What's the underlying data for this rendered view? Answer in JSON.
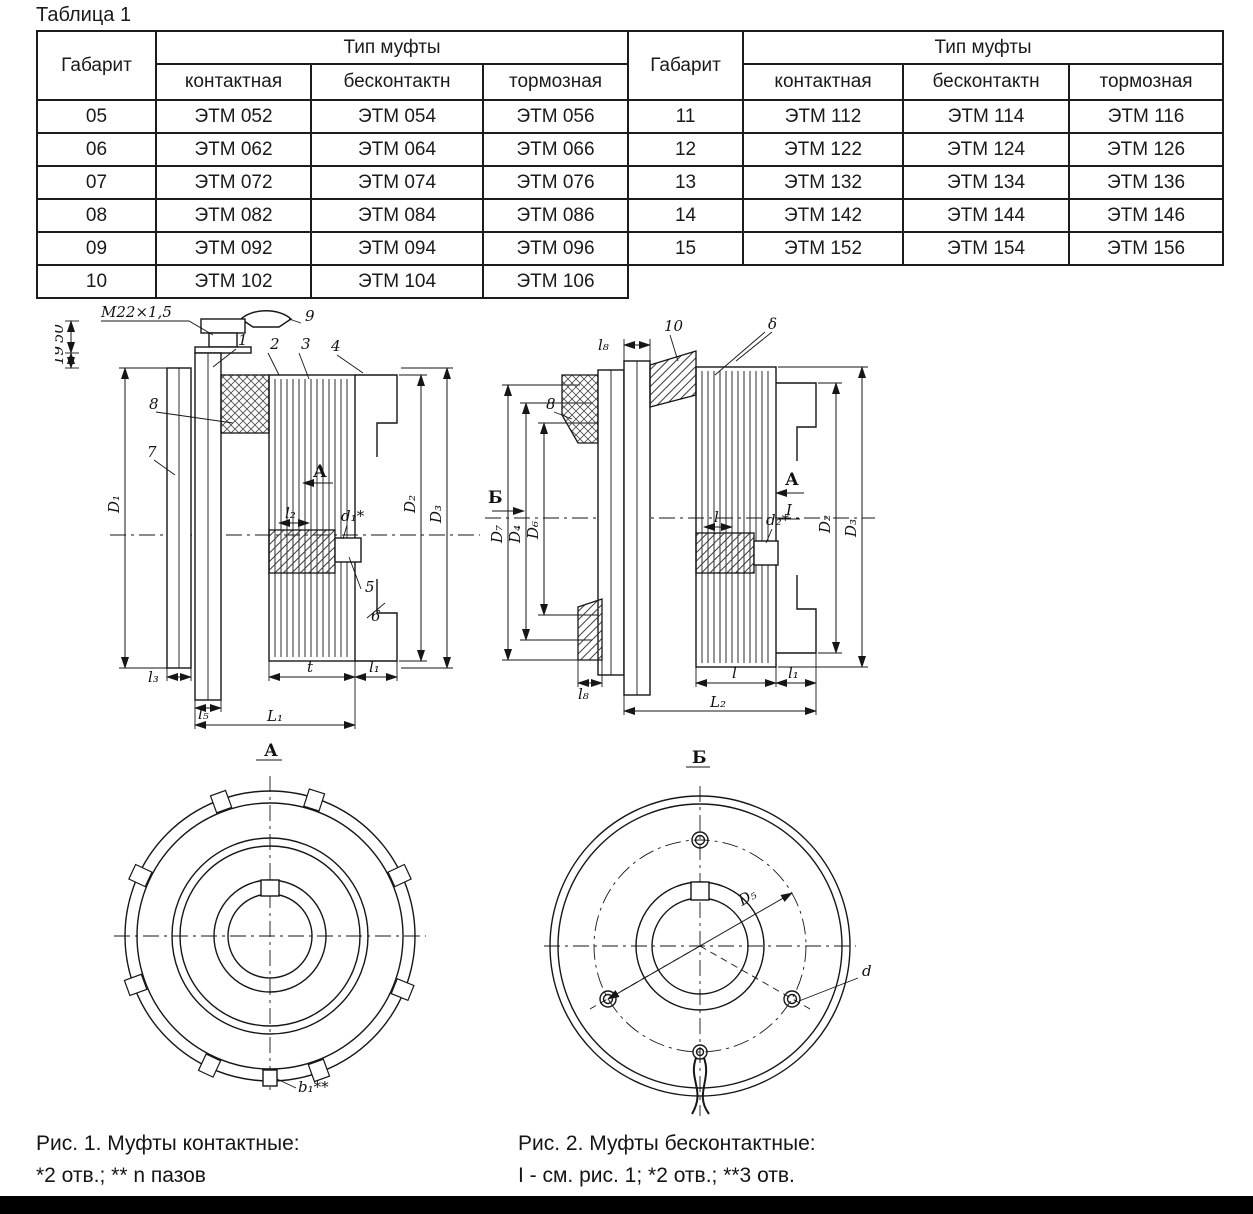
{
  "page": {
    "title": "Таблица 1"
  },
  "table": {
    "header": {
      "gabarit": "Габарит",
      "type_group": "Тип муфты",
      "contact": "контактная",
      "contactless": "бесконтактн",
      "brake": "тормозная"
    },
    "left_rows": [
      {
        "size": "05",
        "contact": "ЭТМ 052",
        "contactless": "ЭТМ 054",
        "brake": "ЭТМ 056"
      },
      {
        "size": "06",
        "contact": "ЭТМ 062",
        "contactless": "ЭТМ 064",
        "brake": "ЭТМ 066"
      },
      {
        "size": "07",
        "contact": "ЭТМ 072",
        "contactless": "ЭТМ 074",
        "brake": "ЭТМ 076"
      },
      {
        "size": "08",
        "contact": "ЭТМ 082",
        "contactless": "ЭТМ 084",
        "brake": "ЭТМ 086"
      },
      {
        "size": "09",
        "contact": "ЭТМ 092",
        "contactless": "ЭТМ 094",
        "brake": "ЭТМ 096"
      },
      {
        "size": "10",
        "contact": "ЭТМ 102",
        "contactless": "ЭТМ 104",
        "brake": "ЭТМ 106"
      }
    ],
    "right_rows": [
      {
        "size": "11",
        "contact": "ЭТМ 112",
        "contactless": "ЭТМ 114",
        "brake": "ЭТМ 116"
      },
      {
        "size": "12",
        "contact": "ЭТМ 122",
        "contactless": "ЭТМ 124",
        "brake": "ЭТМ 126"
      },
      {
        "size": "13",
        "contact": "ЭТМ 132",
        "contactless": "ЭТМ 134",
        "brake": "ЭТМ 136"
      },
      {
        "size": "14",
        "contact": "ЭТМ 142",
        "contactless": "ЭТМ 144",
        "brake": "ЭТМ 146"
      },
      {
        "size": "15",
        "contact": "ЭТМ 152",
        "contactless": "ЭТМ 154",
        "brake": "ЭТМ 156"
      }
    ]
  },
  "fig1": {
    "caption_line1": "Рис. 1. Муфты контактные:",
    "caption_line2": "*2 отв.; ** n пазов",
    "labels": {
      "thread": "М22×1,5",
      "dim_50": "50",
      "dim_19": "19",
      "part_1": "1",
      "part_2": "2",
      "part_3": "3",
      "part_4": "4",
      "part_5": "5",
      "part_6": "6",
      "part_7": "7",
      "part_8": "8",
      "part_9": "9",
      "D1": "D₁",
      "D2": "D₂",
      "D3": "D₃",
      "l1": "l₁",
      "l2": "l₂",
      "l3": "l₃",
      "l5": "l₅",
      "L1": "L₁",
      "t": "t",
      "d1": "d₁*",
      "section_A": "А",
      "view_A": "А",
      "b1": "b₁**"
    }
  },
  "fig2": {
    "caption_line1": "Рис. 2. Муфты бесконтактные:",
    "caption_line2": "I - см. рис. 1; *2 отв.; **3 отв.",
    "labels": {
      "part_8": "8",
      "part_10": "10",
      "delta": "δ",
      "l8_top": "l₈",
      "D7": "D₇",
      "D4": "D₄",
      "D6": "D₆",
      "D2": "D₂",
      "D3": "D₃",
      "section_B": "Б",
      "section_A": "А",
      "detail_I": "I",
      "d2": "d₂*",
      "l": "l",
      "l1": "l₁",
      "l8_bottom": "l₈",
      "L2": "L₂",
      "view_B": "Б",
      "D5": "D₅",
      "d": "d"
    }
  }
}
